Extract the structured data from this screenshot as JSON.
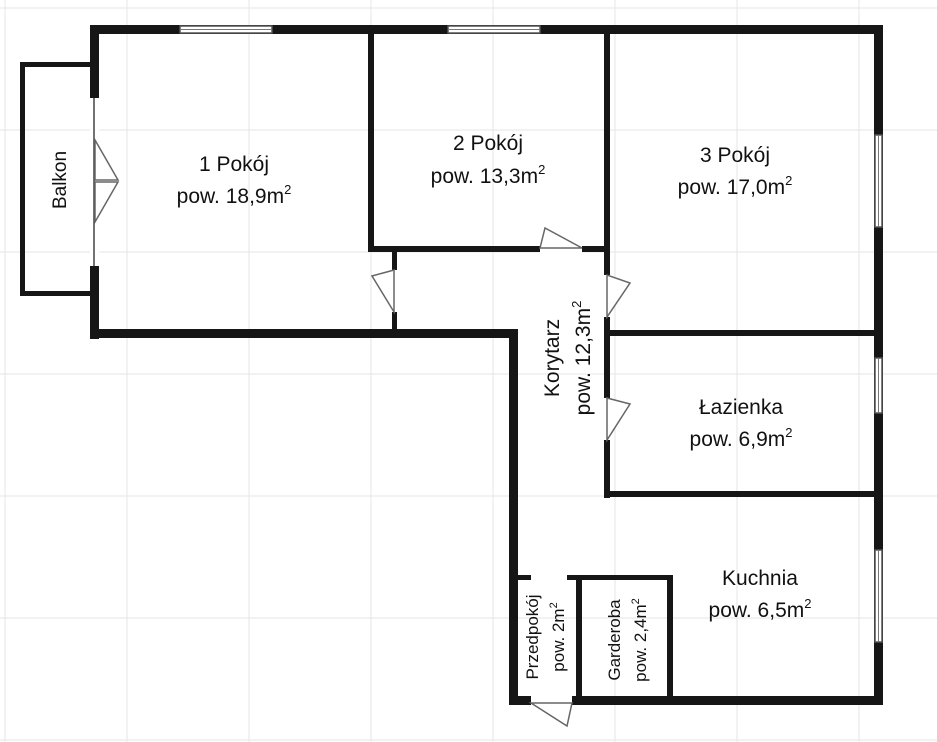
{
  "rooms": {
    "pokoj1": {
      "name": "1 Pokój",
      "area": "pow. 18,9m",
      "unit_exp": "2"
    },
    "pokoj2": {
      "name": "2 Pokój",
      "area": "pow. 13,3m",
      "unit_exp": "2"
    },
    "pokoj3": {
      "name": "3 Pokój",
      "area": "pow. 17,0m",
      "unit_exp": "2"
    },
    "korytarz": {
      "name": "Korytarz",
      "area": "pow. 12,3m",
      "unit_exp": "2"
    },
    "lazienka": {
      "name": "Łazienka",
      "area": "pow. 6,9m",
      "unit_exp": "2"
    },
    "kuchnia": {
      "name": "Kuchnia",
      "area": "pow. 6,5m",
      "unit_exp": "2"
    },
    "przedpokoj": {
      "name": "Przedpokój",
      "area": "pow. 2m",
      "unit_exp": "2"
    },
    "garderoba": {
      "name": "Garderoba",
      "area": "pow. 2,4m",
      "unit_exp": "2"
    },
    "balkon": {
      "name": "Balkon"
    }
  },
  "colors": {
    "wall": "#161616",
    "grid": "#e6e6e6",
    "background": "#ffffff"
  }
}
